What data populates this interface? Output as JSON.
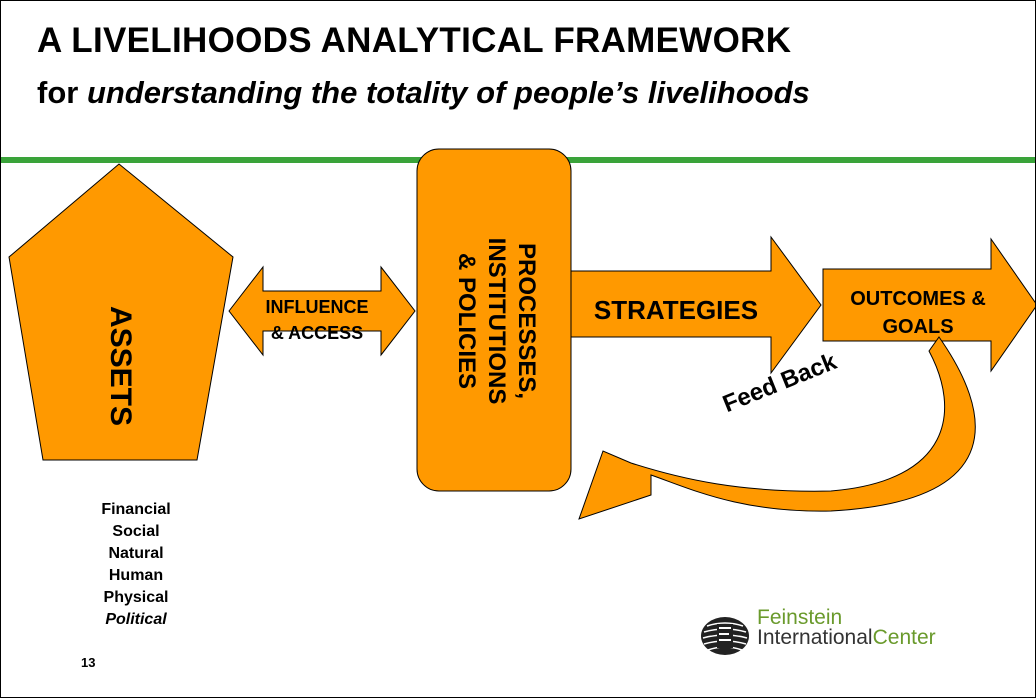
{
  "slide": {
    "title": "A LIVELIHOODS ANALYTICAL FRAMEWORK",
    "subtitle_lead": "for ",
    "subtitle_italic": "understanding the totality of people’s livelihoods",
    "page_number": "13"
  },
  "diagram": {
    "assets_label": "ASSETS",
    "influence_line1": "INFLUENCE",
    "influence_line2": "& ACCESS",
    "processes_line1": "PROCESSES,",
    "processes_line2": "INSTITUTIONS",
    "processes_line3": "& POLICIES",
    "strategies_label": "STRATEGIES",
    "outcomes_line1": "OUTCOMES &",
    "outcomes_line2": "GOALS",
    "feedback_label": "Feed Back",
    "asset_types": [
      "Financial",
      "Social",
      "Natural",
      "Human",
      "Physical",
      "Political"
    ]
  },
  "logo": {
    "line1": "Feinstein",
    "line2_part1": "International",
    "line2_part2": "Center",
    "icon": "feinstein-logo-icon"
  },
  "colors": {
    "shape_fill": "#ff9900",
    "shape_stroke": "#000000",
    "rule": "#3aa33a",
    "logo_green": "#6a9a2c"
  }
}
